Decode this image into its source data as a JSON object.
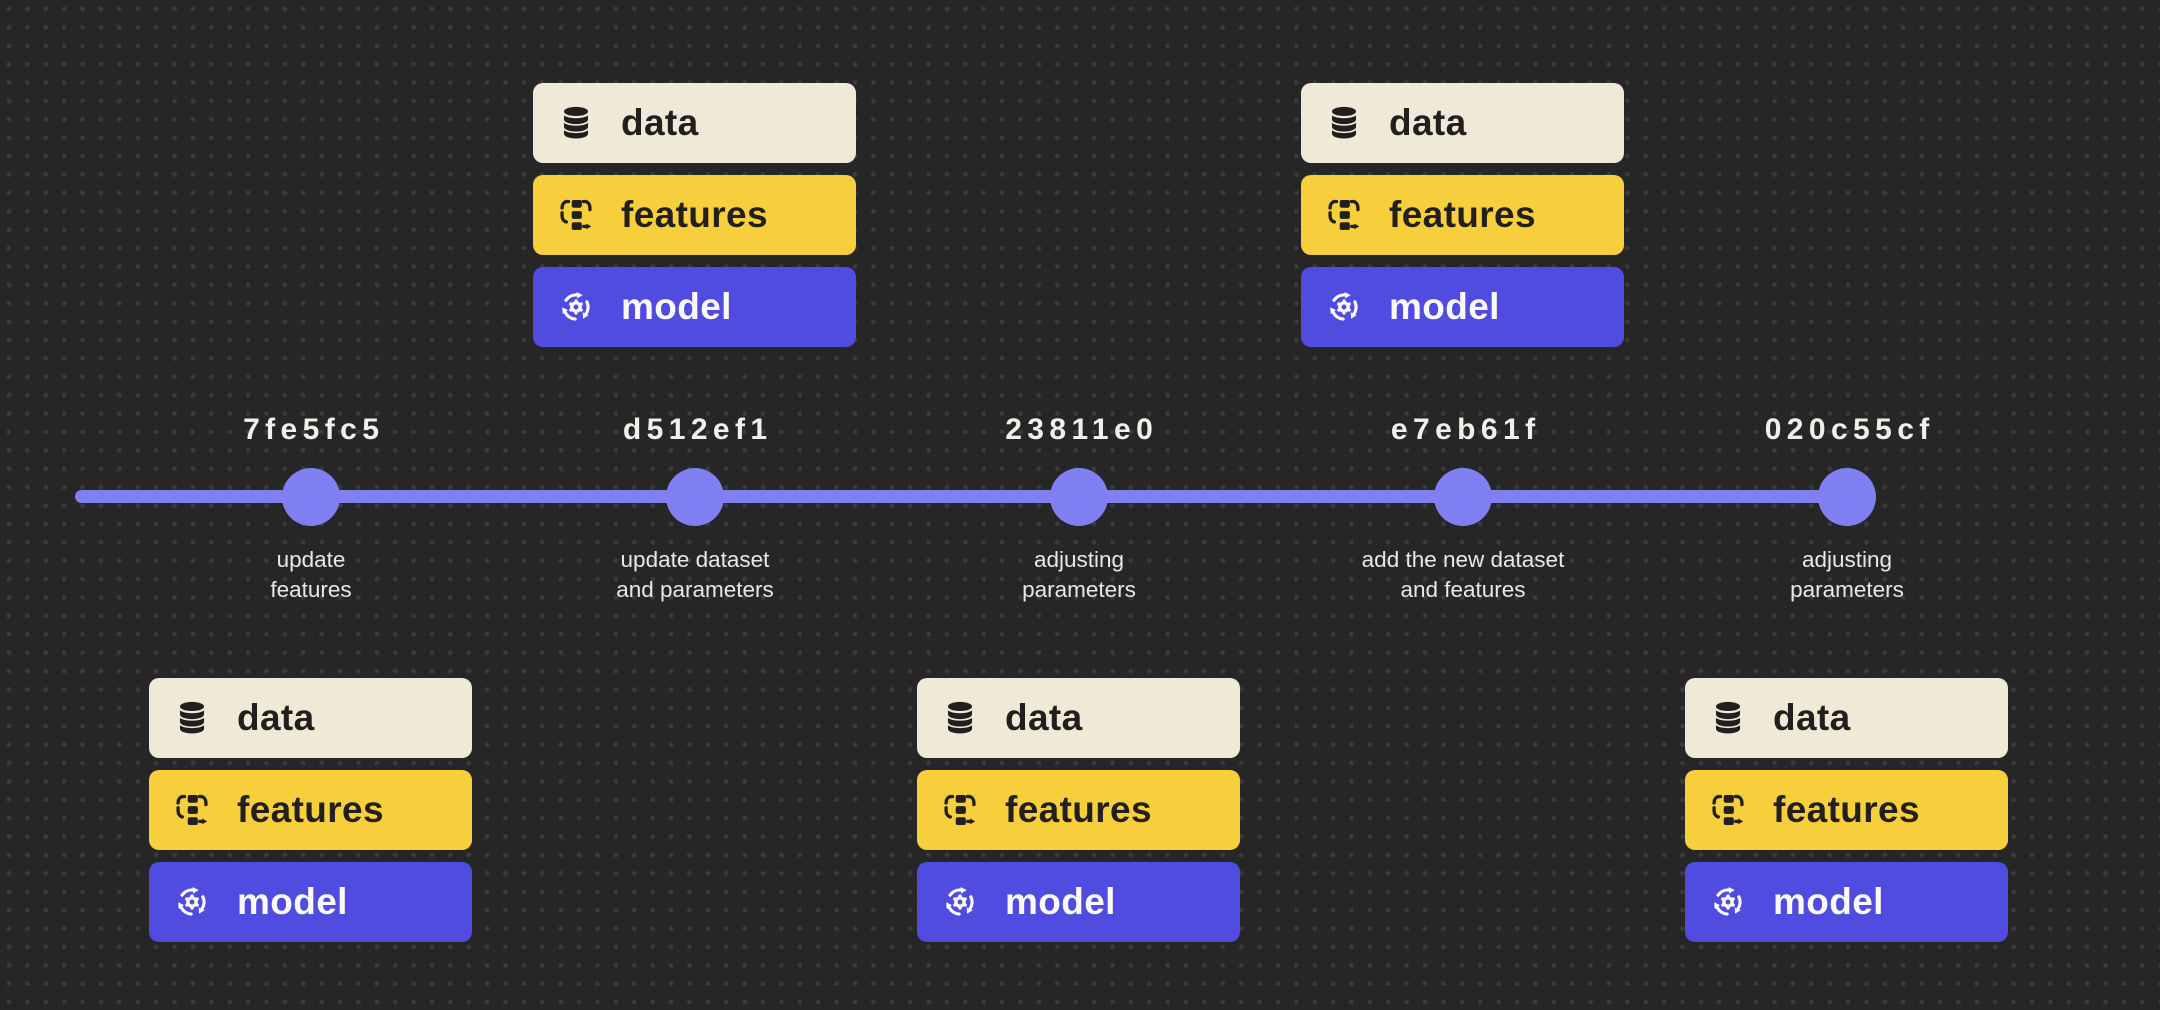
{
  "diagram": {
    "type": "git-commit-timeline",
    "colors": {
      "background": "#262626",
      "dot_grid": "#3b3b3b",
      "timeline": "#7F80F2",
      "card_data_bg": "#F0E9D7",
      "card_features_bg": "#F7CF3D",
      "card_model_bg": "#4F4CDF",
      "dark_text": "#221F1F",
      "light_text": "#FAF9F5",
      "hash_text": "#F2EFE9",
      "caption_text": "#EAE8E3"
    },
    "cards": {
      "data_label": "data",
      "features_label": "features",
      "model_label": "model",
      "data_icon": "database-icon",
      "features_icon": "transform-list-icon",
      "model_icon": "gear-cycle-icon"
    },
    "timeline": {
      "commits": [
        {
          "hash": "7fe5fc5",
          "caption": "update\nfeatures",
          "stack_position": "below"
        },
        {
          "hash": "d512ef1",
          "caption": "update dataset\nand parameters",
          "stack_position": "above"
        },
        {
          "hash": "23811e0",
          "caption": "adjusting\nparameters",
          "stack_position": "below"
        },
        {
          "hash": "e7eb61f",
          "caption": "add the new dataset\nand features",
          "stack_position": "above"
        },
        {
          "hash": "020c55cf",
          "caption": "adjusting\nparameters",
          "stack_position": "below"
        }
      ]
    }
  }
}
